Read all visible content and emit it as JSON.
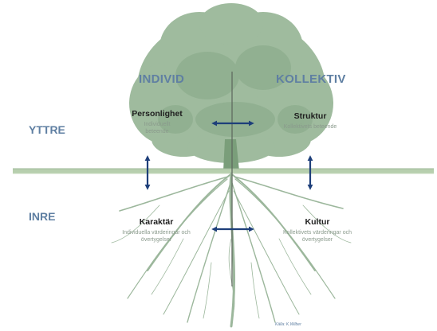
{
  "columns": {
    "left": "INDIVID",
    "right": "KOLLEKTIV"
  },
  "rows": {
    "top": "YTTRE",
    "bottom": "INRE"
  },
  "quadrants": {
    "top_left": {
      "title": "Personlighet",
      "subtitle": "Individuellt beteende"
    },
    "top_right": {
      "title": "Struktur",
      "subtitle": "Kollektivets beteende"
    },
    "bottom_left": {
      "title": "Karaktär",
      "subtitle": "Individuella värderingar och övertygelser"
    },
    "bottom_right": {
      "title": "Kultur",
      "subtitle": "Kollektivets värderingar och övertygelser"
    }
  },
  "source": "Källa: K.Wilber",
  "colors": {
    "foliage": "#8fb08e",
    "foliage_dark": "#7a9e7a",
    "roots": "#9cb79c",
    "ground": "#b7cfae",
    "arrow": "#1e3f7a",
    "header_text": "#5f7fa2",
    "divider": "#606b60"
  },
  "icons": {
    "arrow": "double-headed-arrow-icon",
    "tree": "tree-illustration"
  }
}
